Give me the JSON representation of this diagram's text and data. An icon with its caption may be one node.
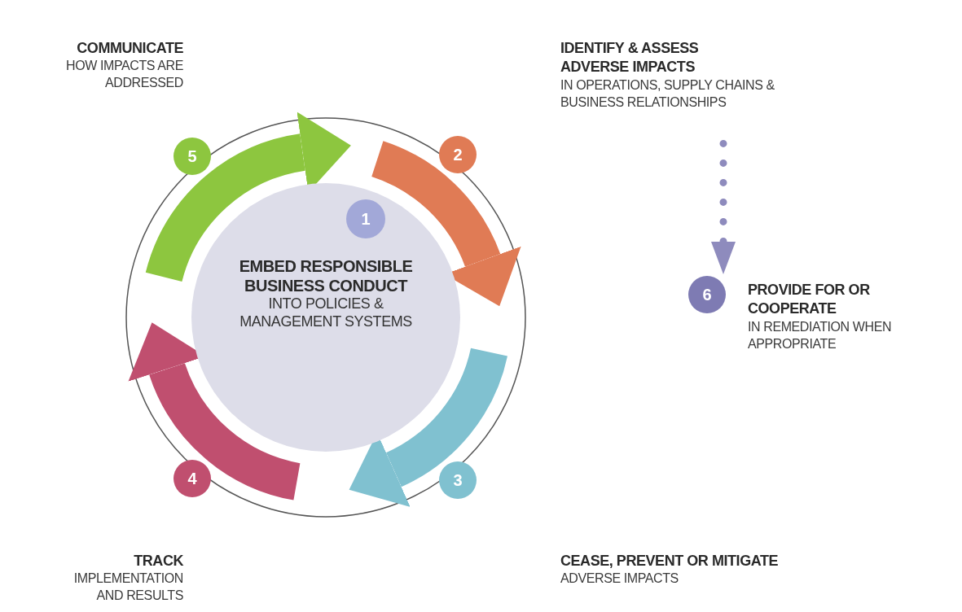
{
  "diagram": {
    "nodes": [
      {
        "text": [
          "EMBED RESPONSIBLE BUSINESS CONDUCT",
          "INTO POLICIES & MANAGEMENT SYSTEMS"
        ]
      },
      {
        "text": [
          "1"
        ],
        "in": 0
      },
      {
        "text": [
          "2"
        ]
      },
      {
        "text": [
          "IDENTIFY & ASSESS ADVERSE IMPACTS",
          "IN OPERATIONS, SUPPLY CHAINS & BUSINESS RELATIONSHIPS"
        ]
      },
      {
        "text": [
          "3"
        ],
        "beside": [
          "CEASE, PREVENT OR MITIGATE",
          "ADVERSE IMPACTS"
        ]
      },
      {
        "text": [
          "4"
        ],
        "beside": [
          "TRACK",
          "IMPLEMENTATION AND RESULTS"
        ]
      },
      {
        "text": [
          "5"
        ],
        "beside": [
          "COMMUNICATE",
          "HOW IMPACTS ARE ADDRESSED"
        ]
      },
      {
        "text": [
          "6"
        ],
        "beside": [
          "PROVIDE FOR OR COOPERATE",
          "IN REMEDIATION WHEN APPROPRIATE"
        ]
      }
    ],
    "edges": [
      {
        "from": 3,
        "to": 7,
        "arrow": "to",
        "style": "dashed",
        "color": "#8e8bbd"
      }
    ]
  }
}
